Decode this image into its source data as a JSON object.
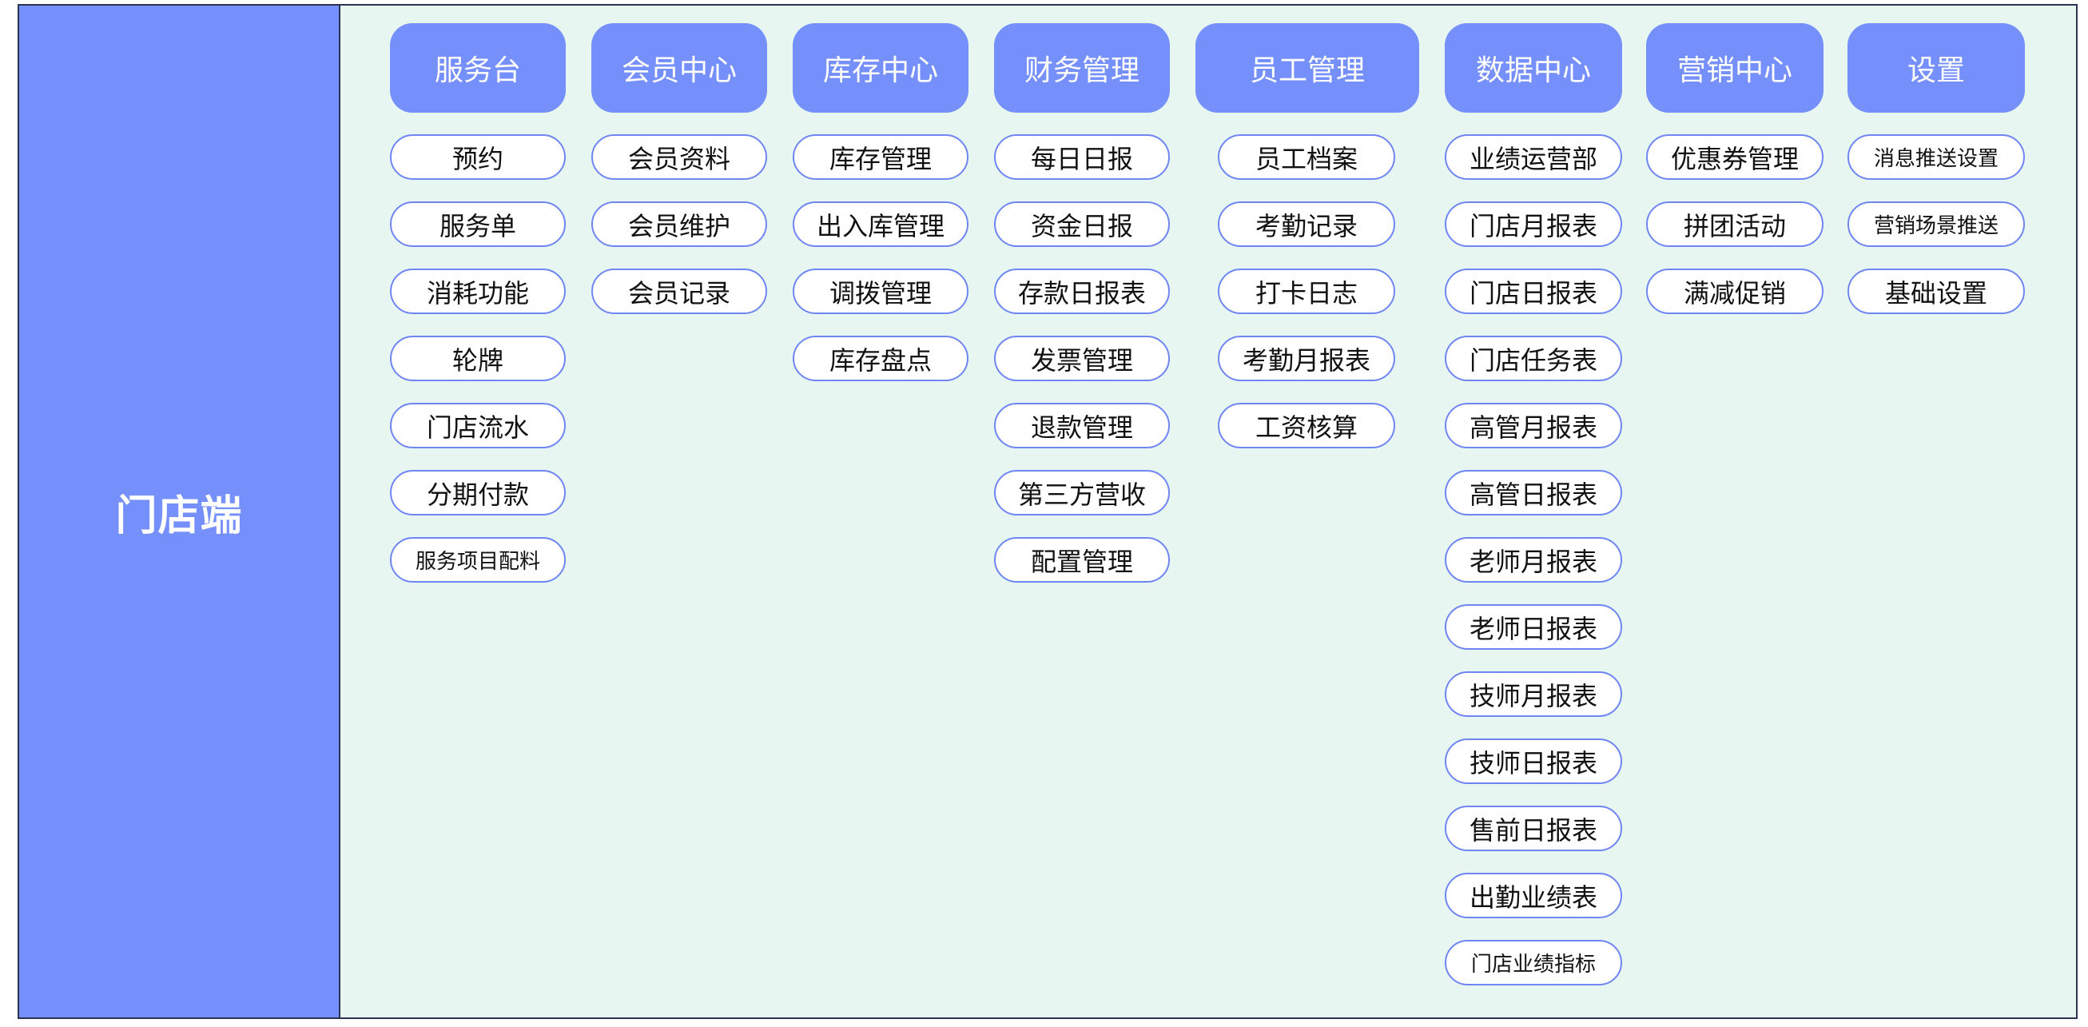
{
  "app_title": "门店端",
  "colors": {
    "primary": "#7690fb",
    "panel_bg": "#e8f6f1",
    "item_border": "#6f86f2"
  },
  "columns": [
    {
      "header": "服务台",
      "items": [
        "预约",
        "服务单",
        "消耗功能",
        "轮牌",
        "门店流水",
        "分期付款",
        "服务项目配料"
      ]
    },
    {
      "header": "会员中心",
      "items": [
        "会员资料",
        "会员维护",
        "会员记录"
      ]
    },
    {
      "header": "库存中心",
      "items": [
        "库存管理",
        "出入库管理",
        "调拨管理",
        "库存盘点"
      ]
    },
    {
      "header": "财务管理",
      "items": [
        "每日日报",
        "资金日报",
        "存款日报表",
        "发票管理",
        "退款管理",
        "第三方营收",
        "配置管理"
      ]
    },
    {
      "header": "员工管理",
      "items": [
        "员工档案",
        "考勤记录",
        "打卡日志",
        "考勤月报表",
        "工资核算"
      ]
    },
    {
      "header": "数据中心",
      "items": [
        "业绩运营部",
        "门店月报表",
        "门店日报表",
        "门店任务表",
        "高管月报表",
        "高管日报表",
        "老师月报表",
        "老师日报表",
        "技师月报表",
        "技师日报表",
        "售前日报表",
        "出勤业绩表",
        "门店业绩指标"
      ]
    },
    {
      "header": "营销中心",
      "items": [
        "优惠券管理",
        "拼团活动",
        "满减促销"
      ]
    },
    {
      "header": "设置",
      "items": [
        "消息推送设置",
        "营销场景推送",
        "基础设置"
      ]
    }
  ]
}
